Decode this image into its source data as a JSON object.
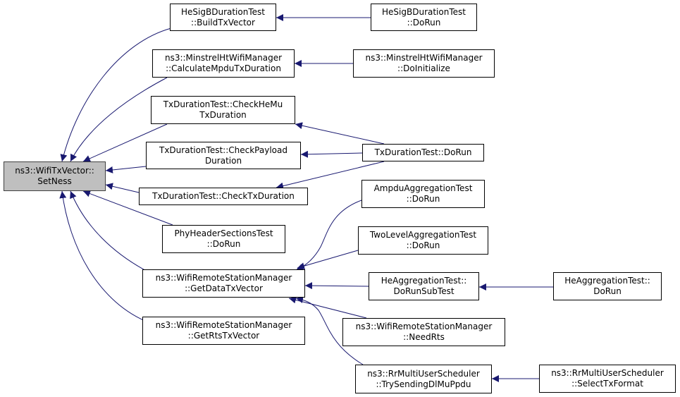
{
  "graph": {
    "colors": {
      "edge": "#191970",
      "node_border": "#000000",
      "root_fill": "#bfbfbf"
    },
    "nodes": {
      "root": {
        "line1": "ns3::WifiTxVector::",
        "line2": "SetNess"
      },
      "build_tx_vector": {
        "line1": "HeSigBDurationTest",
        "line2": "::BuildTxVector"
      },
      "hesigb_dorun": {
        "line1": "HeSigBDurationTest",
        "line2": "::DoRun"
      },
      "calc_mpdu": {
        "line1": "ns3::MinstrelHtWifiManager",
        "line2": "::CalculateMpduTxDuration"
      },
      "minstrel_doinit": {
        "line1": "ns3::MinstrelHtWifiManager",
        "line2": "::DoInitialize"
      },
      "check_hemu": {
        "line1": "TxDurationTest::CheckHeMu",
        "line2": "TxDuration"
      },
      "check_payload": {
        "line1": "TxDurationTest::CheckPayload",
        "line2": "Duration"
      },
      "txdur_dorun": {
        "line1": "TxDurationTest::DoRun"
      },
      "check_txdur": {
        "line1": "TxDurationTest::CheckTxDuration"
      },
      "phy_header": {
        "line1": "PhyHeaderSectionsTest",
        "line2": "::DoRun"
      },
      "get_data_tx": {
        "line1": "ns3::WifiRemoteStationManager",
        "line2": "::GetDataTxVector"
      },
      "get_rts_tx": {
        "line1": "ns3::WifiRemoteStationManager",
        "line2": "::GetRtsTxVector"
      },
      "ampdu_dorun": {
        "line1": "AmpduAggregationTest",
        "line2": "::DoRun"
      },
      "twolevel_dorun": {
        "line1": "TwoLevelAggregationTest",
        "line2": "::DoRun"
      },
      "heagg_subtest": {
        "line1": "HeAggregationTest::",
        "line2": "DoRunSubTest"
      },
      "heagg_dorun": {
        "line1": "HeAggregationTest::",
        "line2": "DoRun"
      },
      "need_rts": {
        "line1": "ns3::WifiRemoteStationManager",
        "line2": "::NeedRts"
      },
      "try_sending": {
        "line1": "ns3::RrMultiUserScheduler",
        "line2": "::TrySendingDlMuPpdu"
      },
      "select_tx": {
        "line1": "ns3::RrMultiUserScheduler",
        "line2": "::SelectTxFormat"
      }
    }
  }
}
